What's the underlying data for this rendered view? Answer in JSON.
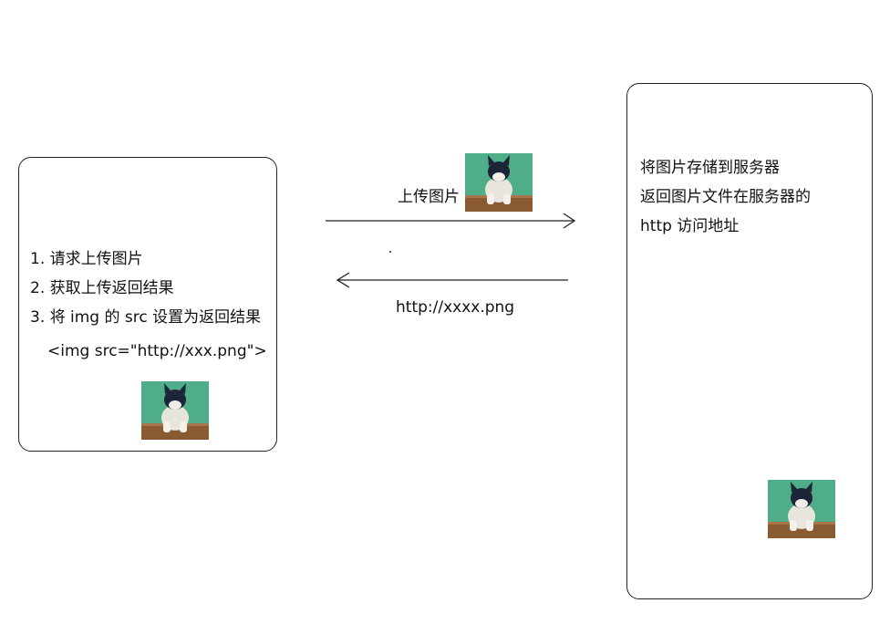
{
  "client": {
    "steps": [
      "1. 请求上传图片",
      "2. 获取上传返回结果",
      "3. 将 img 的 src 设置为返回结果"
    ],
    "img_tag": "<img src=\"http://xxx.png\">"
  },
  "server": {
    "lines": [
      "将图片存储到服务器",
      "返回图片文件在服务器的",
      "http 访问地址"
    ]
  },
  "arrows": {
    "upload_label": "上传图片",
    "response_label": "http://xxxx.png"
  },
  "colors": {
    "photo_background": "#4fae88",
    "line": "#222222"
  }
}
